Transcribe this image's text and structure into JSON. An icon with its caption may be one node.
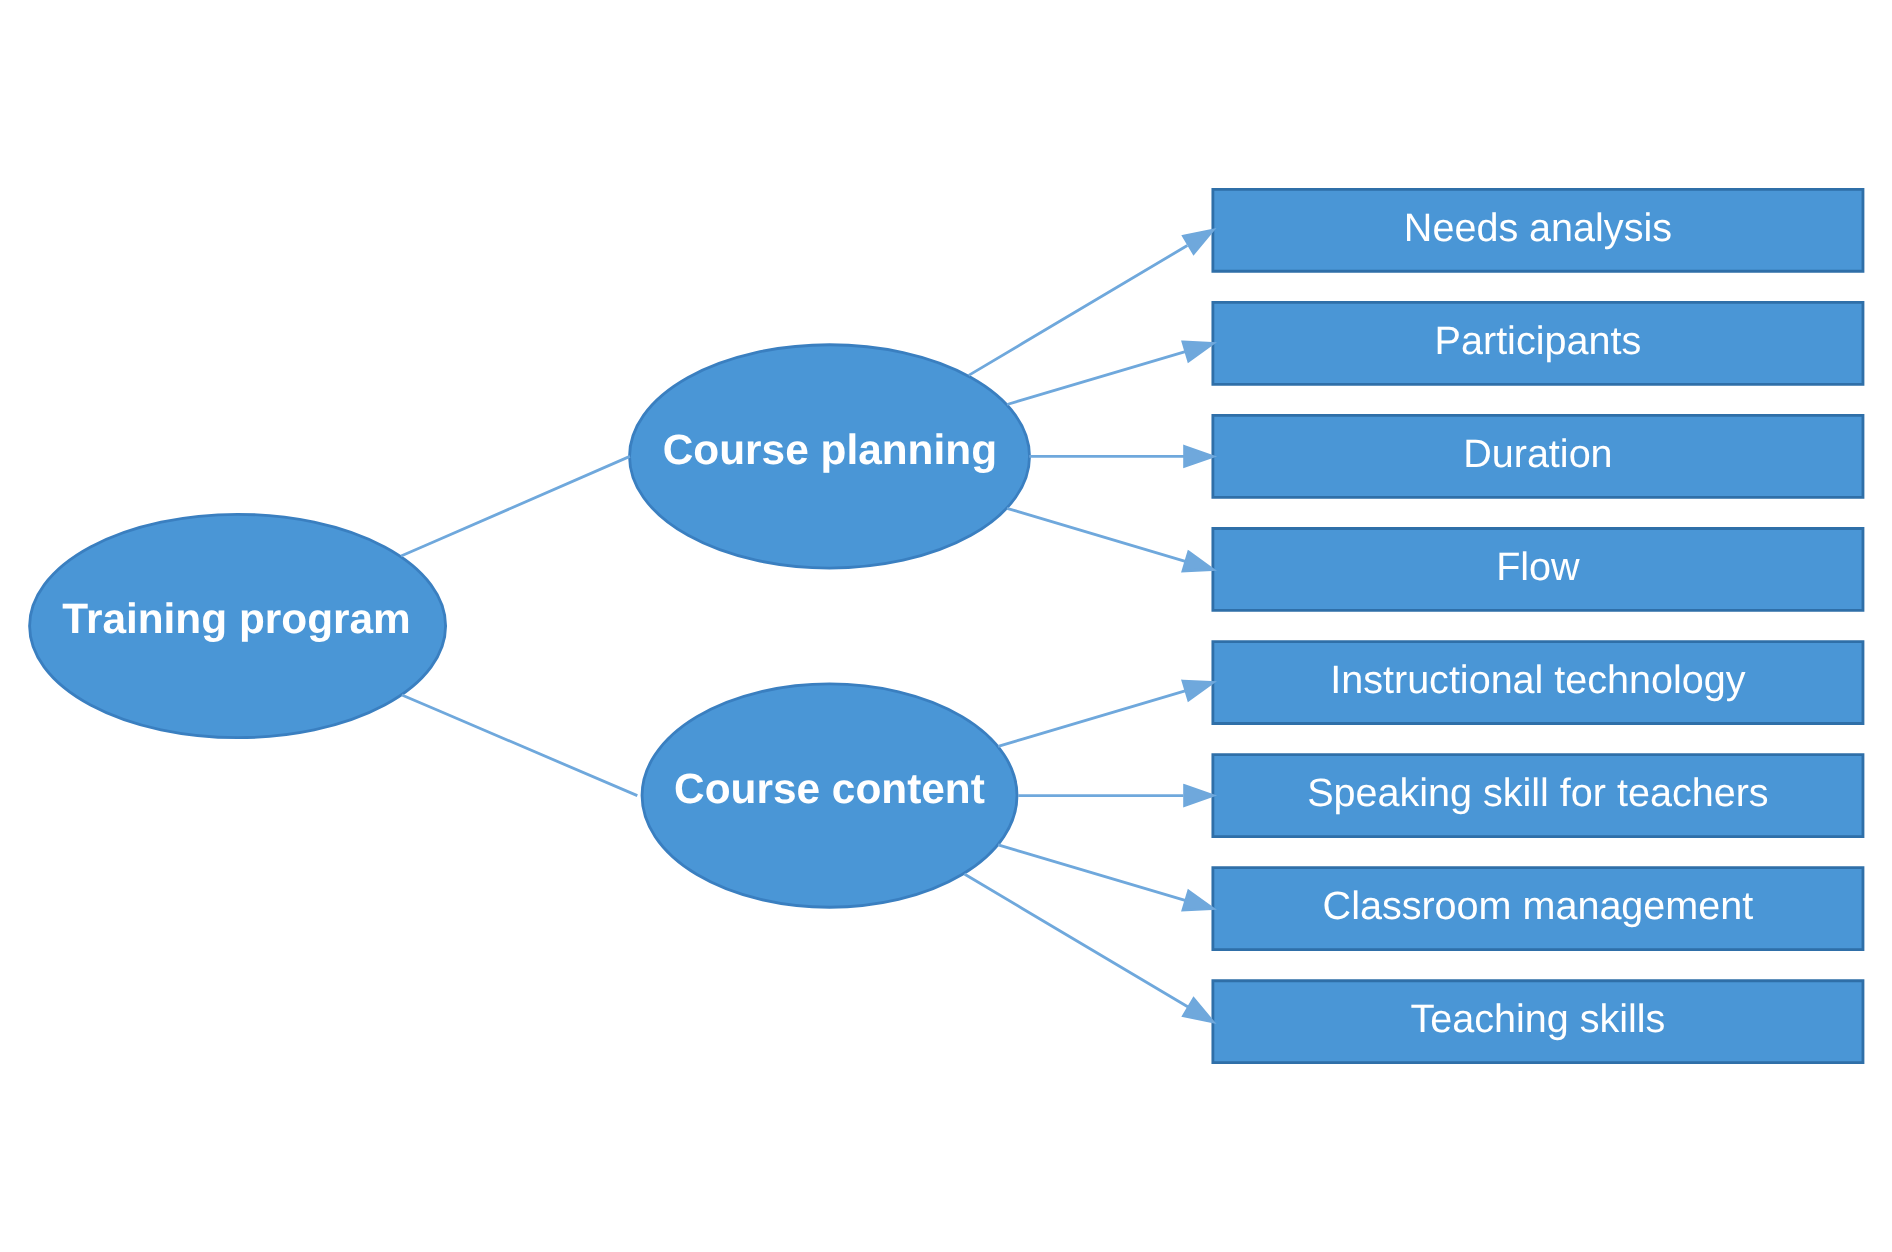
{
  "diagram": {
    "nodes": [
      {
        "text": [
          "Training program"
        ]
      },
      {
        "text": [
          "Course planning"
        ]
      },
      {
        "text": [
          "Needs analysis"
        ]
      },
      {
        "text": [
          "Participants"
        ]
      },
      {
        "text": [
          "Duration"
        ]
      },
      {
        "text": [
          "Flow"
        ]
      },
      {
        "text": [
          "Course content"
        ]
      },
      {
        "text": [
          "Instructional technology"
        ]
      },
      {
        "text": [
          "Speaking skill for teachers"
        ]
      },
      {
        "text": [
          "Classroom management"
        ]
      },
      {
        "text": [
          "Teaching skills"
        ]
      }
    ],
    "edges": [
      {
        "from": 0,
        "to": 1,
        "arrow": "none"
      },
      {
        "from": 0,
        "to": 6,
        "arrow": "none"
      },
      {
        "from": 1,
        "to": 2,
        "arrow": "to"
      },
      {
        "from": 1,
        "to": 3,
        "arrow": "to"
      },
      {
        "from": 1,
        "to": 4,
        "arrow": "to"
      },
      {
        "from": 1,
        "to": 5,
        "arrow": "to"
      },
      {
        "from": 6,
        "to": 7,
        "arrow": "to"
      },
      {
        "from": 6,
        "to": 8,
        "arrow": "to"
      },
      {
        "from": 6,
        "to": 9,
        "arrow": "to"
      },
      {
        "from": 6,
        "to": 10,
        "arrow": "to"
      }
    ]
  }
}
